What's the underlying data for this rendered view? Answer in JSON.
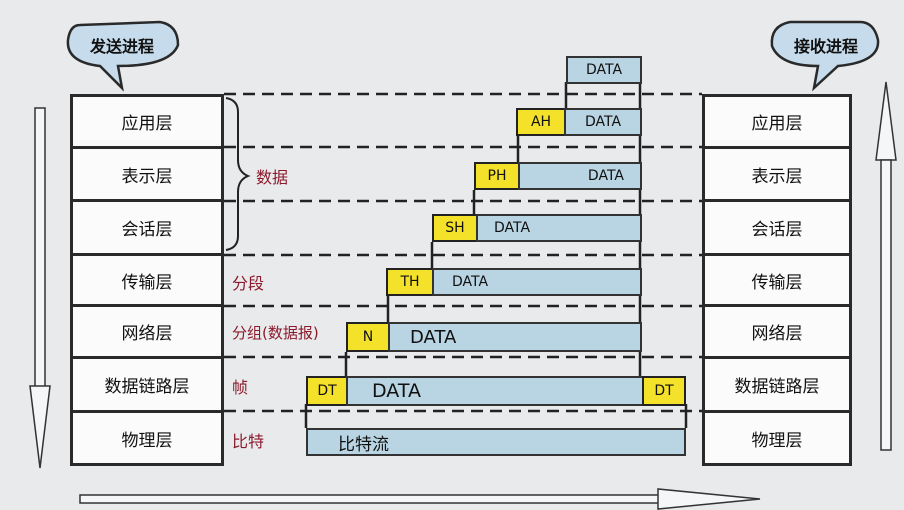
{
  "bubbles": {
    "sender": "发送进程",
    "receiver": "接收进程"
  },
  "layers": {
    "left": [
      "应用层",
      "表示层",
      "会话层",
      "传输层",
      "网络层",
      "数据链路层",
      "物理层"
    ],
    "right": [
      "应用层",
      "表示层",
      "会话层",
      "传输层",
      "网络层",
      "数据链路层",
      "物理层"
    ]
  },
  "unit_labels": {
    "data": "数据",
    "segment": "分段",
    "packet": "分组(数据报)",
    "frame": "帧",
    "bit": "比特"
  },
  "headers": {
    "ah": "AH",
    "ph": "PH",
    "sh": "SH",
    "th": "TH",
    "n": "N",
    "dt_left": "DT",
    "dt_right": "DT"
  },
  "payload": {
    "data": "DATA",
    "bitstream": "比特流"
  },
  "colors": {
    "header_yellow": "#f4e12a",
    "data_blue": "#b9d4e2",
    "label_red": "#8b1a2c",
    "bubble_blue": "#c6dcec"
  }
}
